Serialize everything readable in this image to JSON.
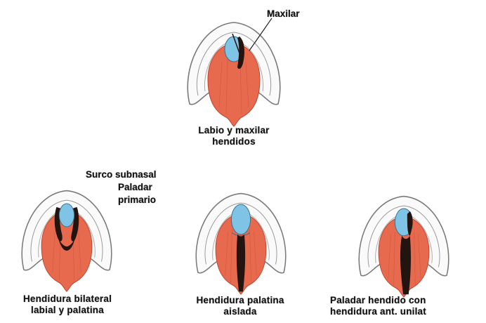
{
  "figures": [
    {
      "id": "top",
      "caption": [
        "Labio y maxilar",
        "hendidos"
      ],
      "annotations": [
        "Maxilar"
      ]
    },
    {
      "id": "bottom-left",
      "caption": [
        "Hendidura bilateral",
        "labial y palatina"
      ],
      "annotations": [
        "Surco subnasal",
        "Paladar",
        "primario"
      ]
    },
    {
      "id": "bottom-middle",
      "caption": [
        "Hendidura palatina",
        "aislada"
      ],
      "annotations": []
    },
    {
      "id": "bottom-right",
      "caption": [
        "Paladar hendido con",
        "hendidura ant. unilat"
      ],
      "annotations": []
    }
  ],
  "colors": {
    "palate": "#e86a4e",
    "premaxilla": "#7fc3e6",
    "cleft": "#241410",
    "outline": "#7a7a7a"
  }
}
